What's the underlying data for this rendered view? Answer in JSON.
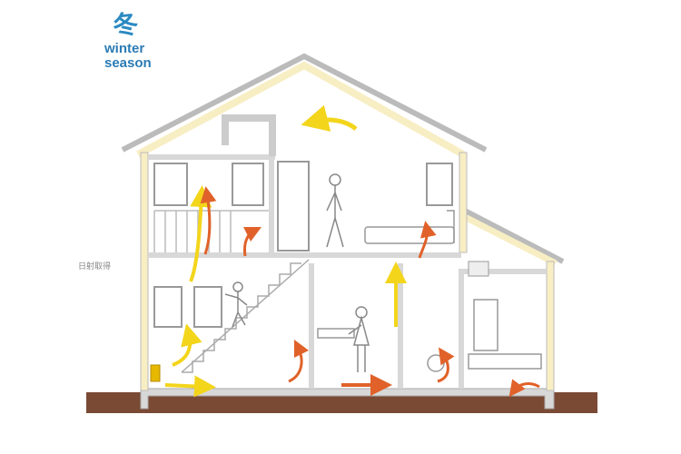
{
  "logo": {
    "kanji": "冬",
    "line1": "winter",
    "line2": "season",
    "color": "#2a7bb5"
  },
  "annotation": {
    "text": "日射取得"
  },
  "colors": {
    "warm_air": "#f3d51b",
    "hot_air": "#e0622a",
    "heater": "#e6b800",
    "insulation": "#f8eec4",
    "ground": "#7a4a35",
    "walls": "#c8c8c8"
  }
}
